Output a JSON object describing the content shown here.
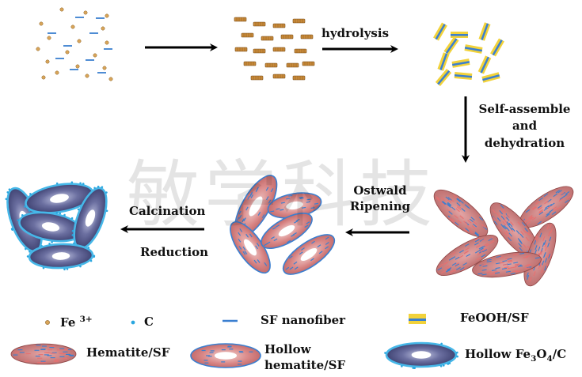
{
  "steps": {
    "hydrolysis": "hydrolysis",
    "self_assemble": [
      "Self-assemble",
      "and",
      "dehydration"
    ],
    "ostwald": [
      "Ostwald",
      "Ripening"
    ],
    "calcination": "Calcination",
    "reduction": "Reduction"
  },
  "legend": {
    "fe3": "Fe",
    "fe3_sup": "3+",
    "carbon": "C",
    "sf_nanofiber": "SF nanofiber",
    "feooh_sf": "FeOOH/SF",
    "hematite_sf": "Hematite/SF",
    "hollow_hematite": [
      "Hollow",
      "hematite/SF"
    ],
    "hollow_fe3o4": "Hollow Fe",
    "hollow_fe3o4_sub1": "3",
    "hollow_fe3o4_o": "O",
    "hollow_fe3o4_sub2": "4",
    "hollow_fe3o4_tail": "/C"
  },
  "watermark": "敏学科技",
  "colors": {
    "fe_dot": "#d9a55a",
    "carbon_dot": "#2aa6df",
    "nanofiber": "#3a7fd0",
    "rod_fill": "#c98a3a",
    "feooh_yellow": "#f2d23a",
    "hematite": "#c9605f",
    "fe3o4_dark": "#3b3f6e",
    "fe3o4_rim": "#46b7e8",
    "arrow": "#000000"
  }
}
